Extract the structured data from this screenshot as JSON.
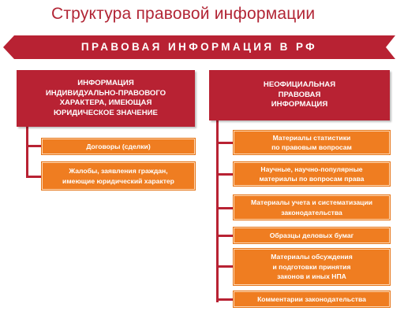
{
  "title": "Структура правовой информации",
  "banner": "ПРАВОВАЯ ИНФОРМАЦИЯ В РФ",
  "colors": {
    "title": "#b22535",
    "header": "#b82233",
    "item": "#ef7d21"
  },
  "left": {
    "header": "ИНФОРМАЦИЯ\nИНДИВИДУАЛЬНО-ПРАВОВОГО\nХАРАКТЕРА, ИМЕЮЩАЯ\nЮРИДИЧЕСКОЕ ЗНАЧЕНИЕ",
    "items": [
      "Договоры (сделки)",
      "Жалобы, заявления граждан,\nимеющие юридический характер"
    ]
  },
  "right": {
    "header": "НЕОФИЦИАЛЬНАЯ\nПРАВОВАЯ\nИНФОРМАЦИЯ",
    "items": [
      "Материалы статистики\nпо правовым вопросам",
      "Научные, научно-популярные\nматериалы по вопросам права",
      "Материалы учета и систематизации\nзаконодательства",
      "Образцы деловых бумаг",
      "Материалы обсуждения\nи подготовки принятия\nзаконов и иных НПА",
      "Комментарии законодательства"
    ]
  }
}
